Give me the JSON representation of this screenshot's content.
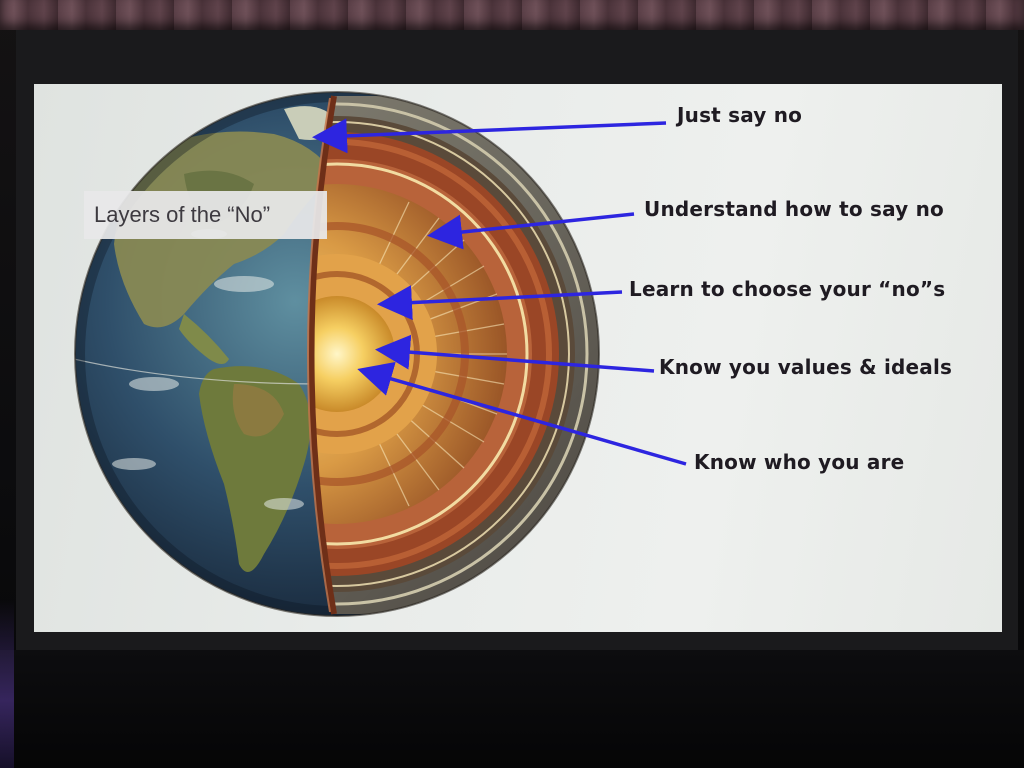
{
  "slide": {
    "title": "Layers of the “No”",
    "layers": [
      {
        "label": "Just say no"
      },
      {
        "label": "Understand how to say no"
      },
      {
        "label": "Learn to choose your “no”s"
      },
      {
        "label": "Know you values & ideals"
      },
      {
        "label": "Know who you are"
      }
    ],
    "colors": {
      "arrow": "#2d25e0",
      "slide_background": "#e9ecea",
      "label_text": "#1f1b22"
    }
  },
  "image": {
    "subject": "globe-cutaway-icon"
  }
}
